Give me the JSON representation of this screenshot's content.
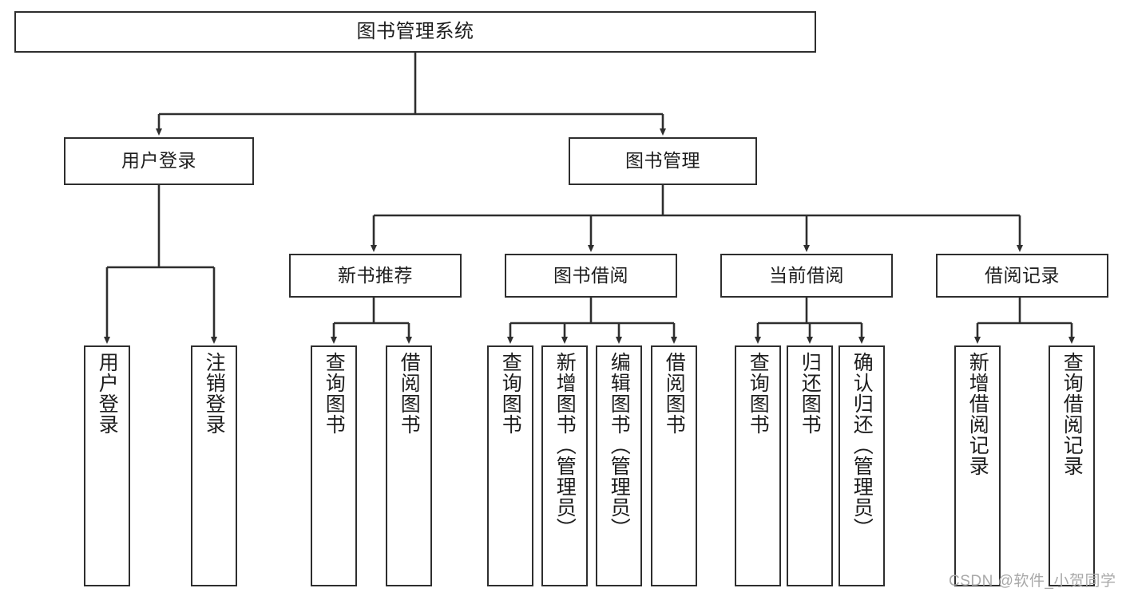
{
  "diagram": {
    "title": "图书管理系统",
    "type": "tree-hierarchy",
    "levels": 4
  },
  "root": {
    "label": "图书管理系统"
  },
  "level2": [
    {
      "label": "用户登录"
    },
    {
      "label": "图书管理"
    }
  ],
  "level3": [
    {
      "label": "新书推荐"
    },
    {
      "label": "图书借阅"
    },
    {
      "label": "当前借阅"
    },
    {
      "label": "借阅记录"
    }
  ],
  "leaves": {
    "user_login": [
      {
        "label": "用户登录"
      },
      {
        "label": "注销登录"
      }
    ],
    "new_book_recommend": [
      {
        "label": "查询图书"
      },
      {
        "label": "借阅图书"
      }
    ],
    "book_borrow": [
      {
        "label": "查询图书"
      },
      {
        "label": "新增图书（管理员）"
      },
      {
        "label": "编辑图书（管理员）"
      },
      {
        "label": "借阅图书"
      }
    ],
    "current_borrow": [
      {
        "label": "查询图书"
      },
      {
        "label": "归还图书"
      },
      {
        "label": "确认归还（管理员）"
      }
    ],
    "borrow_record": [
      {
        "label": "新增借阅记录"
      },
      {
        "label": "查询借阅记录"
      }
    ]
  },
  "watermark": {
    "text": "CSDN @软件_小贺同学"
  },
  "colors": {
    "stroke": "#2e2e2e",
    "background": "#ffffff",
    "text": "#1d1d1d",
    "watermark": "#a9a9a9"
  }
}
